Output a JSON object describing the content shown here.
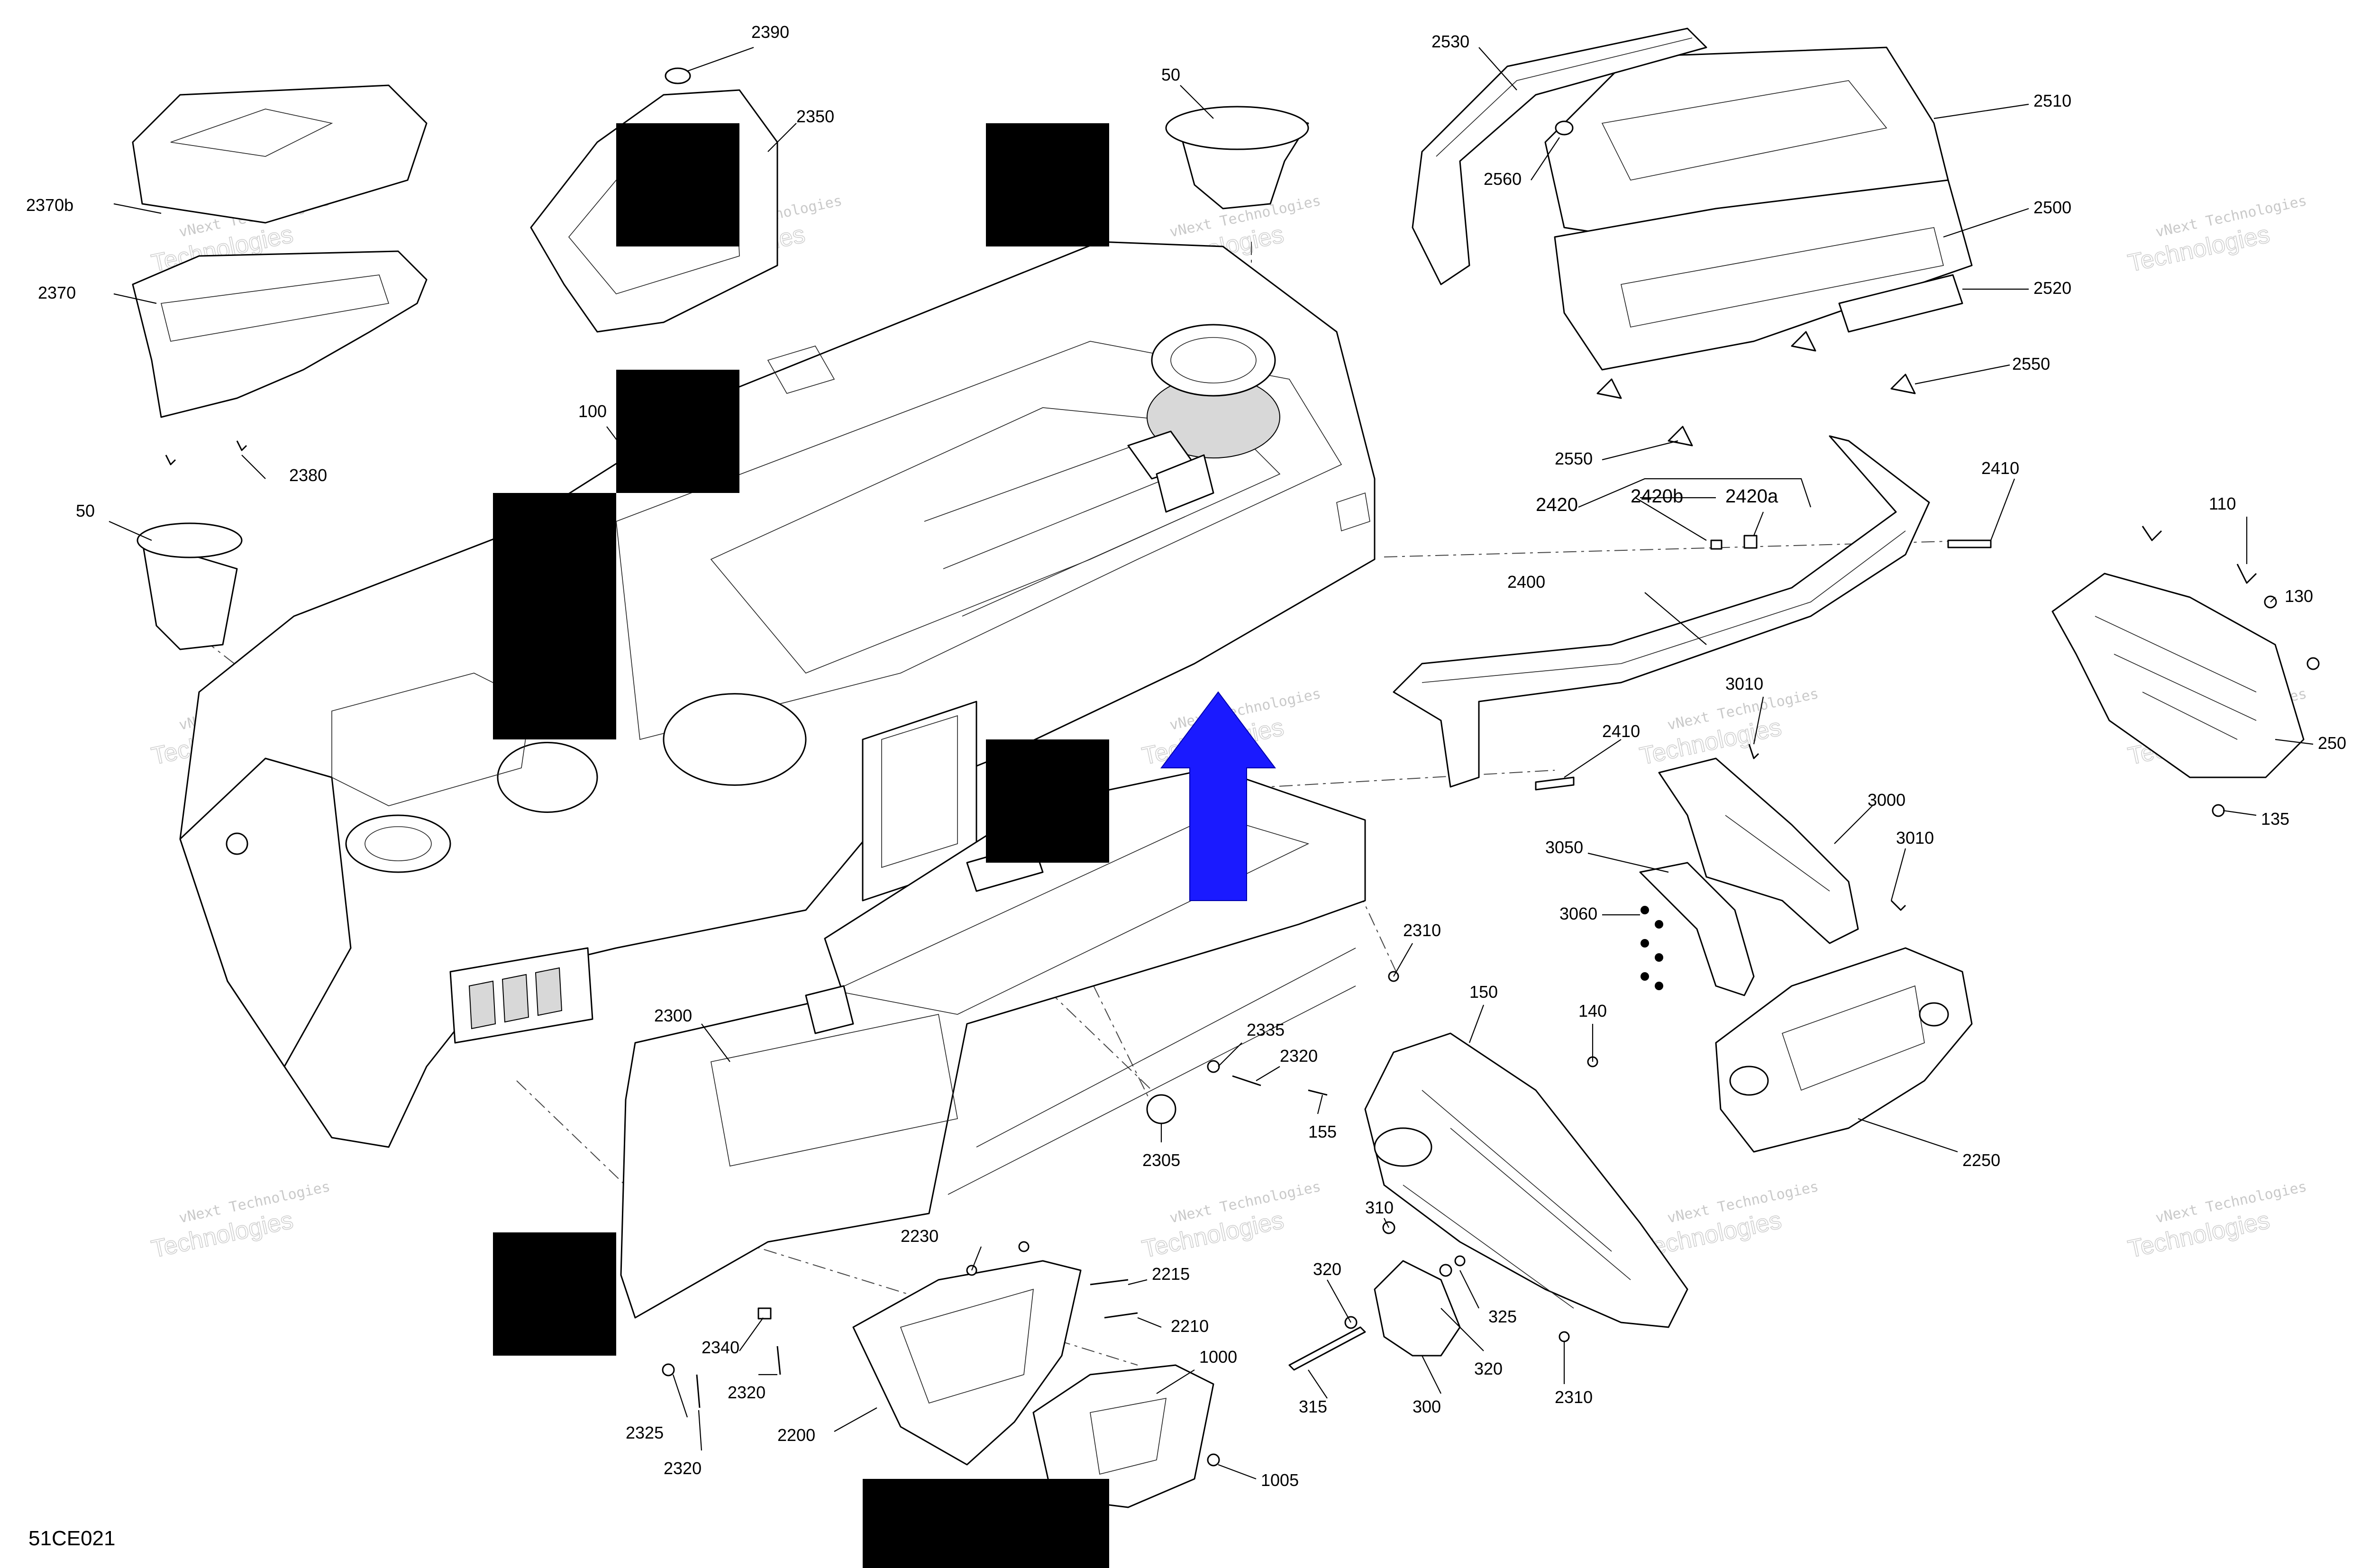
{
  "figure_code": "51CE021",
  "watermark": {
    "line1": "vNext Technologies",
    "line2": "Technologies"
  },
  "callouts": [
    {
      "id": "2390",
      "label": "2390"
    },
    {
      "id": "2350",
      "label": "2350"
    },
    {
      "id": "2370b",
      "label": "2370b"
    },
    {
      "id": "2370",
      "label": "2370"
    },
    {
      "id": "2380",
      "label": "2380"
    },
    {
      "id": "50a",
      "label": "50"
    },
    {
      "id": "50b",
      "label": "50"
    },
    {
      "id": "100",
      "label": "100"
    },
    {
      "id": "2530",
      "label": "2530"
    },
    {
      "id": "2510",
      "label": "2510"
    },
    {
      "id": "2560",
      "label": "2560"
    },
    {
      "id": "2500",
      "label": "2500"
    },
    {
      "id": "2520",
      "label": "2520"
    },
    {
      "id": "2550a",
      "label": "2550"
    },
    {
      "id": "2550b",
      "label": "2550"
    },
    {
      "id": "2420",
      "label": "2420"
    },
    {
      "id": "2420b",
      "label": "2420b"
    },
    {
      "id": "2420a",
      "label": "2420a"
    },
    {
      "id": "2410a",
      "label": "2410"
    },
    {
      "id": "2410b",
      "label": "2410"
    },
    {
      "id": "2400",
      "label": "2400"
    },
    {
      "id": "110",
      "label": "110"
    },
    {
      "id": "130",
      "label": "130"
    },
    {
      "id": "250",
      "label": "250"
    },
    {
      "id": "135",
      "label": "135"
    },
    {
      "id": "3010a",
      "label": "3010"
    },
    {
      "id": "3010b",
      "label": "3010"
    },
    {
      "id": "3000",
      "label": "3000"
    },
    {
      "id": "3050",
      "label": "3050"
    },
    {
      "id": "3060",
      "label": "3060"
    },
    {
      "id": "2310a",
      "label": "2310"
    },
    {
      "id": "2310b",
      "label": "2310"
    },
    {
      "id": "150",
      "label": "150"
    },
    {
      "id": "140",
      "label": "140"
    },
    {
      "id": "2250",
      "label": "2250"
    },
    {
      "id": "2300",
      "label": "2300"
    },
    {
      "id": "2335",
      "label": "2335"
    },
    {
      "id": "2320a",
      "label": "2320"
    },
    {
      "id": "2320b",
      "label": "2320"
    },
    {
      "id": "2320c",
      "label": "2320"
    },
    {
      "id": "155",
      "label": "155"
    },
    {
      "id": "2305",
      "label": "2305"
    },
    {
      "id": "310",
      "label": "310"
    },
    {
      "id": "320a",
      "label": "320"
    },
    {
      "id": "320b",
      "label": "320"
    },
    {
      "id": "325",
      "label": "325"
    },
    {
      "id": "2230",
      "label": "2230"
    },
    {
      "id": "2215",
      "label": "2215"
    },
    {
      "id": "2210",
      "label": "2210"
    },
    {
      "id": "2340",
      "label": "2340"
    },
    {
      "id": "2325",
      "label": "2325"
    },
    {
      "id": "2200",
      "label": "2200"
    },
    {
      "id": "1000",
      "label": "1000"
    },
    {
      "id": "1005",
      "label": "1005"
    },
    {
      "id": "315",
      "label": "315"
    },
    {
      "id": "300",
      "label": "300"
    }
  ]
}
